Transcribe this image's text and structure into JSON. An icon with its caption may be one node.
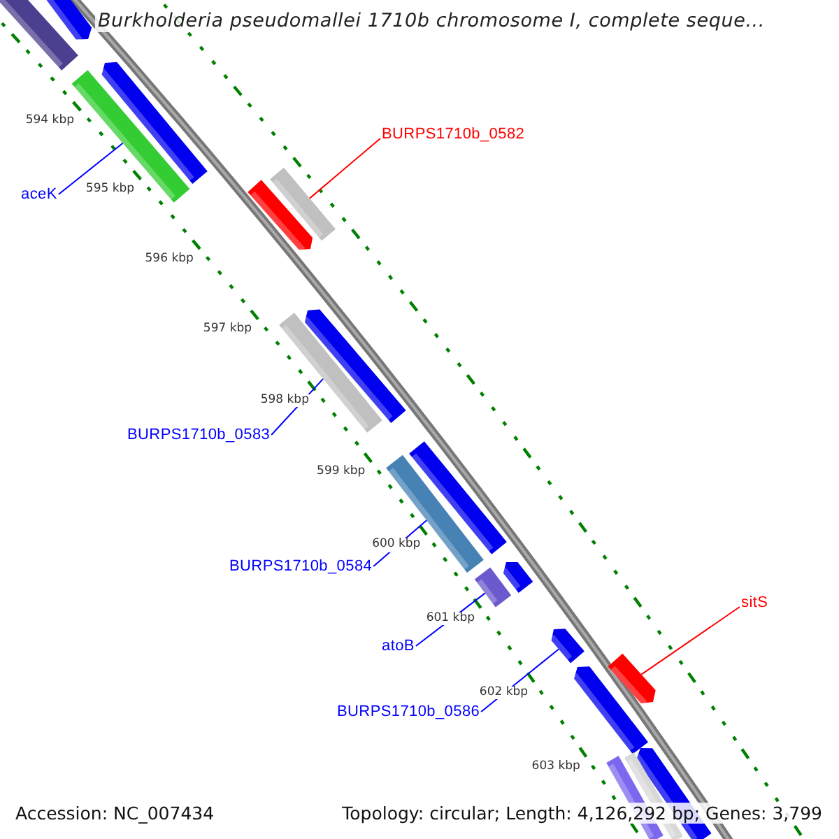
{
  "diagram": {
    "title": "Burkholderia pseudomallei 1710b chromosome I, complete seque...",
    "nodes": [
      {
        "text": [
          "BURPS1710b_0582"
        ]
      },
      {
        "text": [
          "aceK"
        ]
      },
      {
        "text": [
          "BURPS1710b_0583"
        ]
      },
      {
        "text": [
          "BURPS1710b_0584"
        ]
      },
      {
        "text": [
          "sitS"
        ]
      },
      {
        "text": [
          "atoB"
        ]
      },
      {
        "text": [
          "BURPS1710b_0586"
        ]
      },
      {
        "text": [],
        "shape": "bar"
      },
      {
        "text": [],
        "shape": "bar"
      },
      {
        "text": [],
        "shape": "bar"
      },
      {
        "text": [],
        "shape": "bar"
      },
      {
        "text": [],
        "shape": "bar"
      },
      {
        "text": [],
        "shape": "bar"
      },
      {
        "text": [],
        "shape": "bar"
      },
      {
        "text": [],
        "shape": "bar"
      },
      {
        "text": [],
        "shape": "bar"
      },
      {
        "text": [],
        "shape": "bar"
      },
      {
        "text": [],
        "shape": "bar"
      },
      {
        "text": [],
        "shape": "bar"
      },
      {
        "text": [],
        "shape": "bar"
      },
      {
        "text": [],
        "shape": "bar"
      },
      {
        "text": [],
        "shape": "bar"
      },
      {
        "text": [],
        "shape": "bar"
      },
      {
        "text": [],
        "shape": "bar"
      },
      {
        "text": [],
        "shape": "bar"
      }
    ],
    "edges": [
      {
        "from": 0,
        "to": 11,
        "arrow": "none",
        "color": "#ff0000"
      },
      {
        "from": 1,
        "to": 10,
        "arrow": "none"
      },
      {
        "from": 2,
        "to": 13,
        "arrow": "none"
      },
      {
        "from": 3,
        "to": 15,
        "arrow": "none"
      },
      {
        "from": 4,
        "to": 24,
        "arrow": "none",
        "color": "#ff0000"
      },
      {
        "from": 5,
        "to": 17,
        "arrow": "none"
      },
      {
        "from": 6,
        "to": 19,
        "arrow": "none"
      }
    ],
    "labels": [
      "594 kbp",
      "595 kbp",
      "596 kbp",
      "597 kbp",
      "598 kbp",
      "599 kbp",
      "600 kbp",
      "601 kbp",
      "602 kbp",
      "603 kbp",
      "Accession: NC_007434",
      "Topology: circular; Length: 4,126,292 bp; Genes: 3,799"
    ]
  }
}
